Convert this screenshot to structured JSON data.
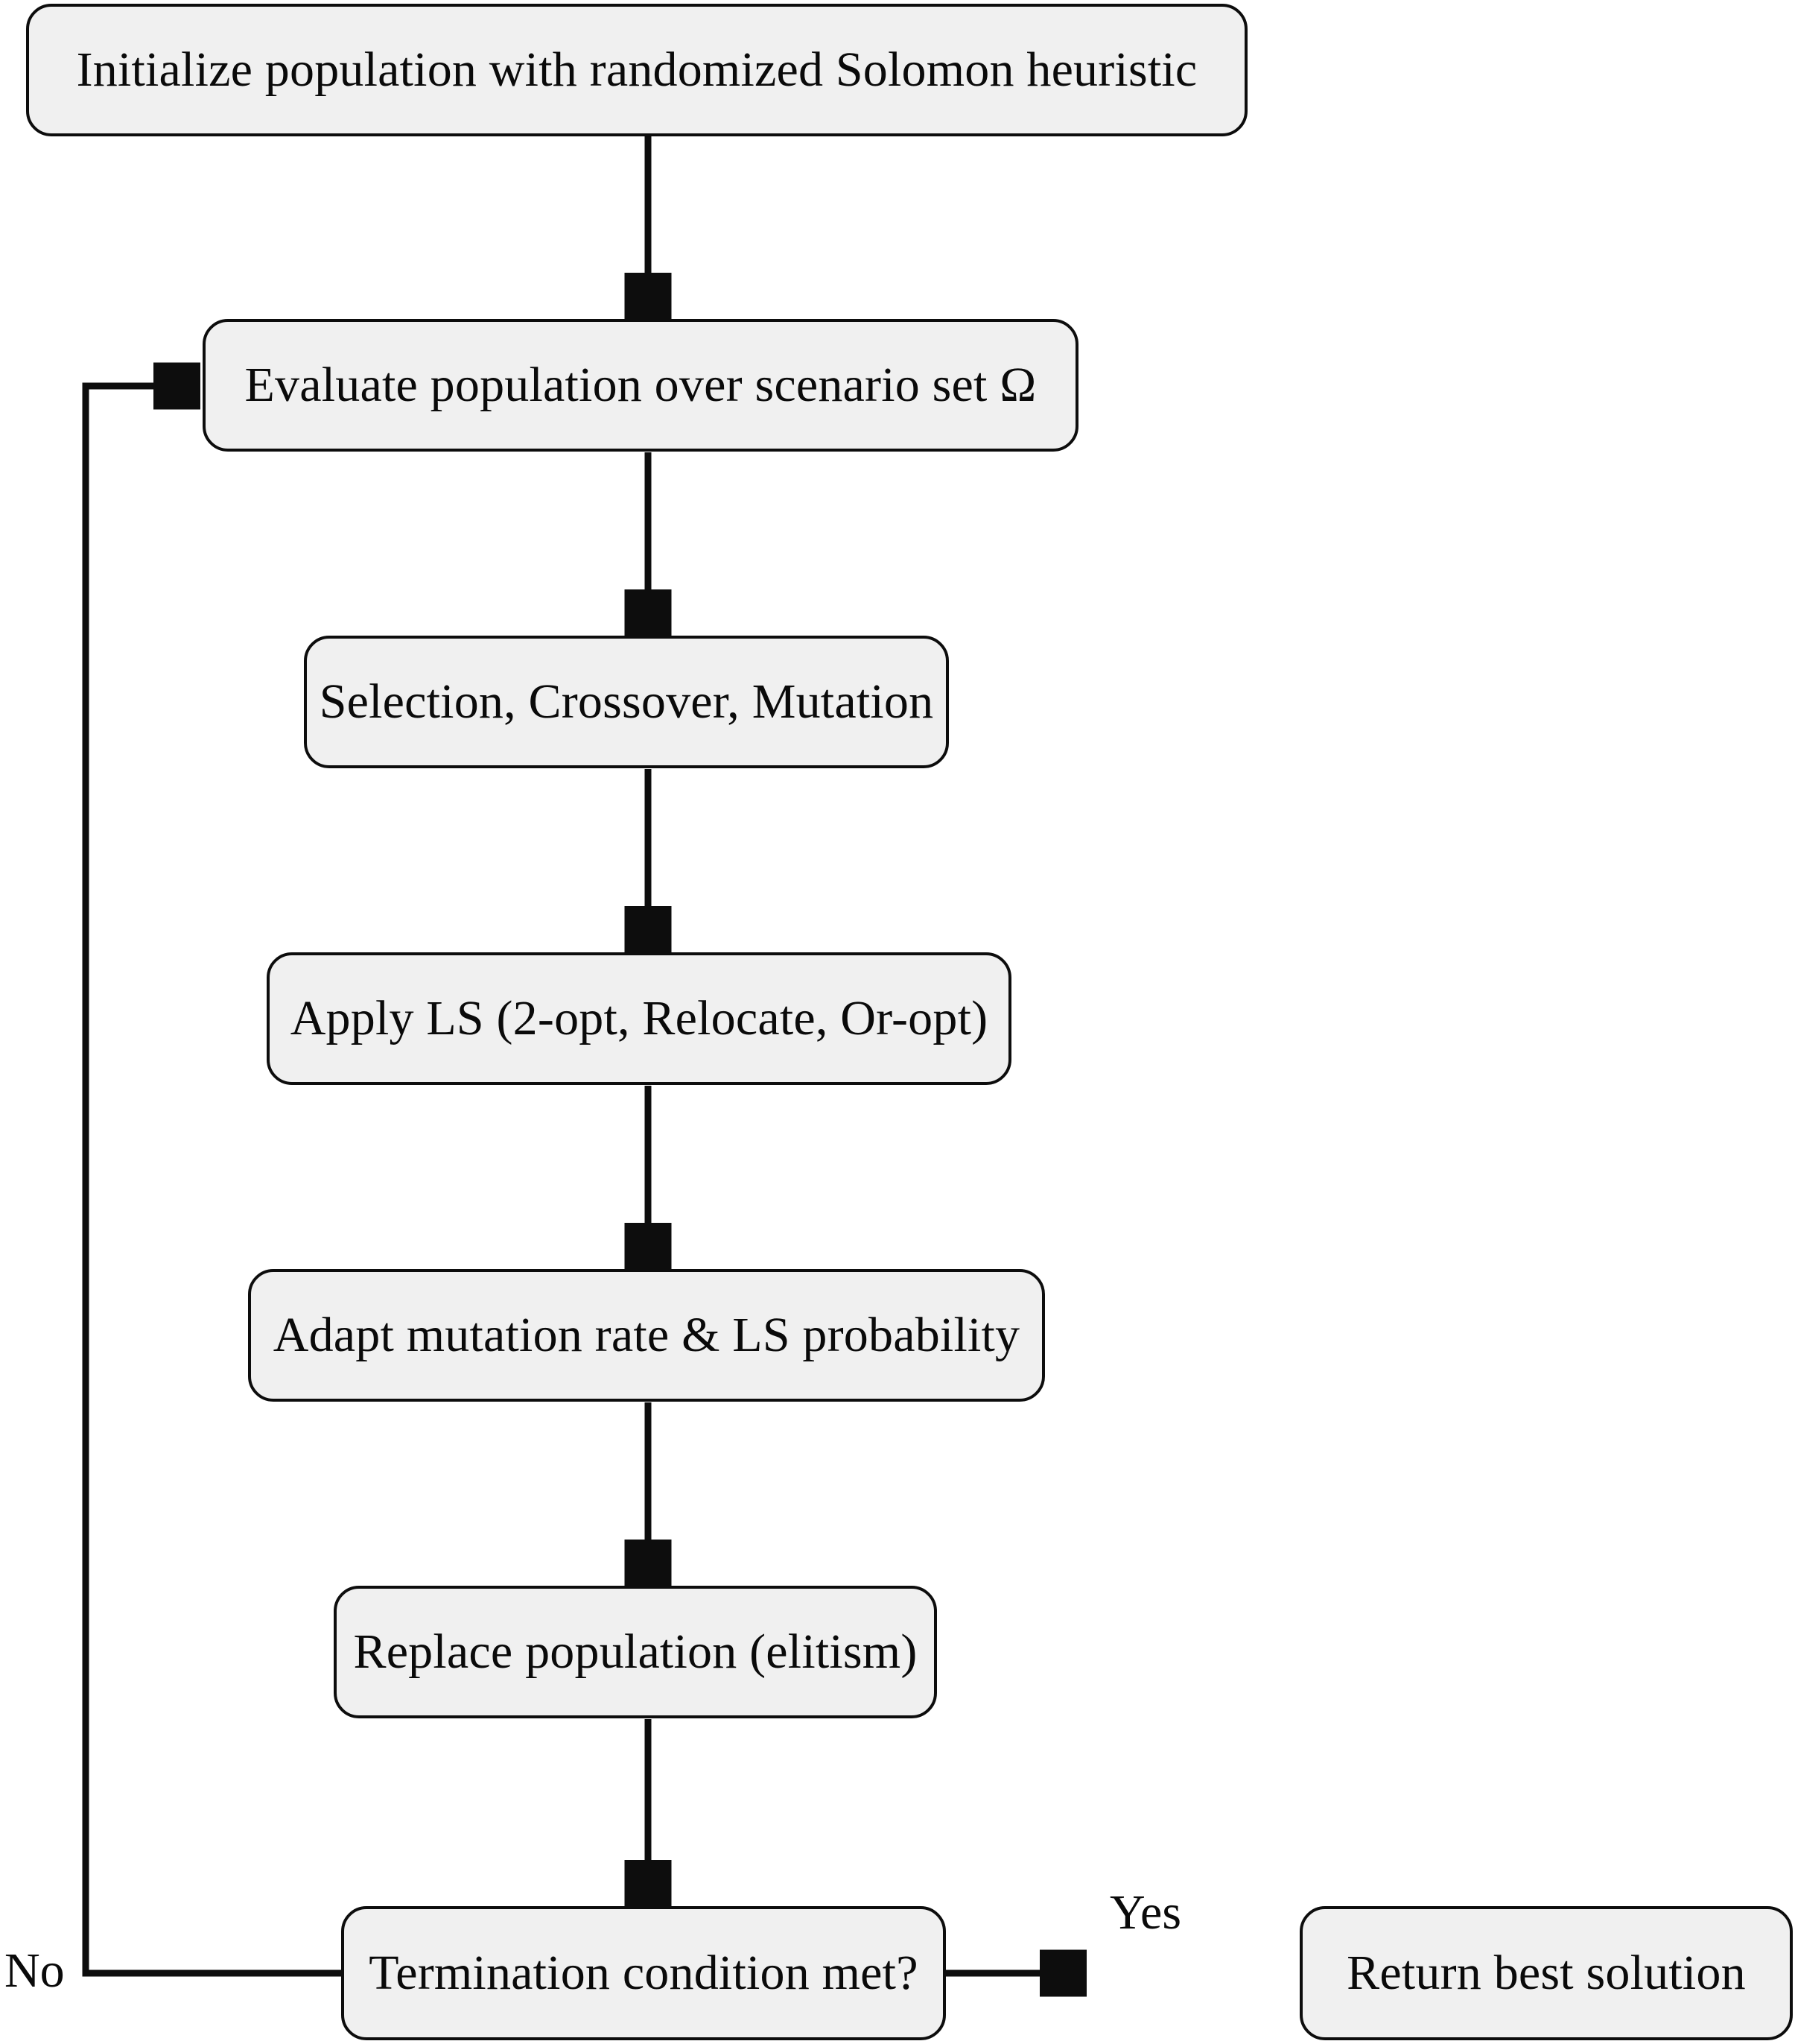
{
  "diagram": {
    "title": "Adaptive genetic algorithm flowchart",
    "type": "flowchart",
    "orientation": "top-to-bottom",
    "colors": {
      "node_fill": "#f0f0f0",
      "node_border": "#0d0d0d",
      "edge": "#0d0d0d",
      "text": "#0a0a0a",
      "background": "#ffffff"
    },
    "nodes": [
      {
        "id": "init",
        "label": "Initialize population with randomized Solomon heuristic",
        "shape": "rounded-rect"
      },
      {
        "id": "evaluate",
        "label": "Evaluate population over scenario set Ω",
        "shape": "rounded-rect"
      },
      {
        "id": "genetic-ops",
        "label": "Selection, Crossover, Mutation",
        "shape": "rounded-rect"
      },
      {
        "id": "local-search",
        "label": "Apply LS (2-opt, Relocate, Or-opt)",
        "shape": "rounded-rect"
      },
      {
        "id": "adapt",
        "label": "Adapt mutation rate & LS probability",
        "shape": "rounded-rect"
      },
      {
        "id": "replace",
        "label": "Replace population (elitism)",
        "shape": "rounded-rect"
      },
      {
        "id": "terminate",
        "label": "Termination condition met?",
        "shape": "rounded-rect"
      },
      {
        "id": "return",
        "label": "Return best solution",
        "shape": "rounded-rect"
      }
    ],
    "edges": [
      {
        "from": "init",
        "to": "evaluate",
        "label": ""
      },
      {
        "from": "evaluate",
        "to": "genetic-ops",
        "label": ""
      },
      {
        "from": "genetic-ops",
        "to": "local-search",
        "label": ""
      },
      {
        "from": "local-search",
        "to": "adapt",
        "label": ""
      },
      {
        "from": "adapt",
        "to": "replace",
        "label": ""
      },
      {
        "from": "replace",
        "to": "terminate",
        "label": ""
      },
      {
        "from": "terminate",
        "to": "return",
        "label": "Yes"
      },
      {
        "from": "terminate",
        "to": "evaluate",
        "label": "No"
      }
    ],
    "edge_labels": {
      "yes": "Yes",
      "no": "No"
    }
  }
}
